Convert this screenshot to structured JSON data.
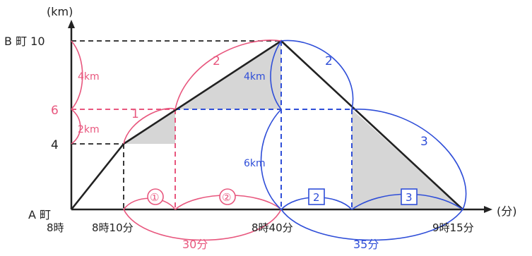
{
  "colors": {
    "ink": "#222222",
    "pink": "#e8577e",
    "blue": "#2f4ed8",
    "shade": "#d6d6d6"
  },
  "axis": {
    "unit_y": "(km)",
    "unit_x": "(分)",
    "origin_label": "A 町",
    "top_label": "B 町 10",
    "y_label_4": "4",
    "y_label_6": "6"
  },
  "time_labels": {
    "t800": "8時",
    "t810": "8時10分",
    "t840": "8時40分",
    "t915": "9時15分"
  },
  "pink_labels": {
    "d4km": "4km",
    "d2km": "2km",
    "r1": "1",
    "r2": "2",
    "c1": "①",
    "c2": "②",
    "total": "30分"
  },
  "blue_labels": {
    "d4km": "4km",
    "d6km": "6km",
    "r2": "2",
    "r3": "3",
    "b2": "2",
    "b3": "3",
    "total": "35分"
  }
}
